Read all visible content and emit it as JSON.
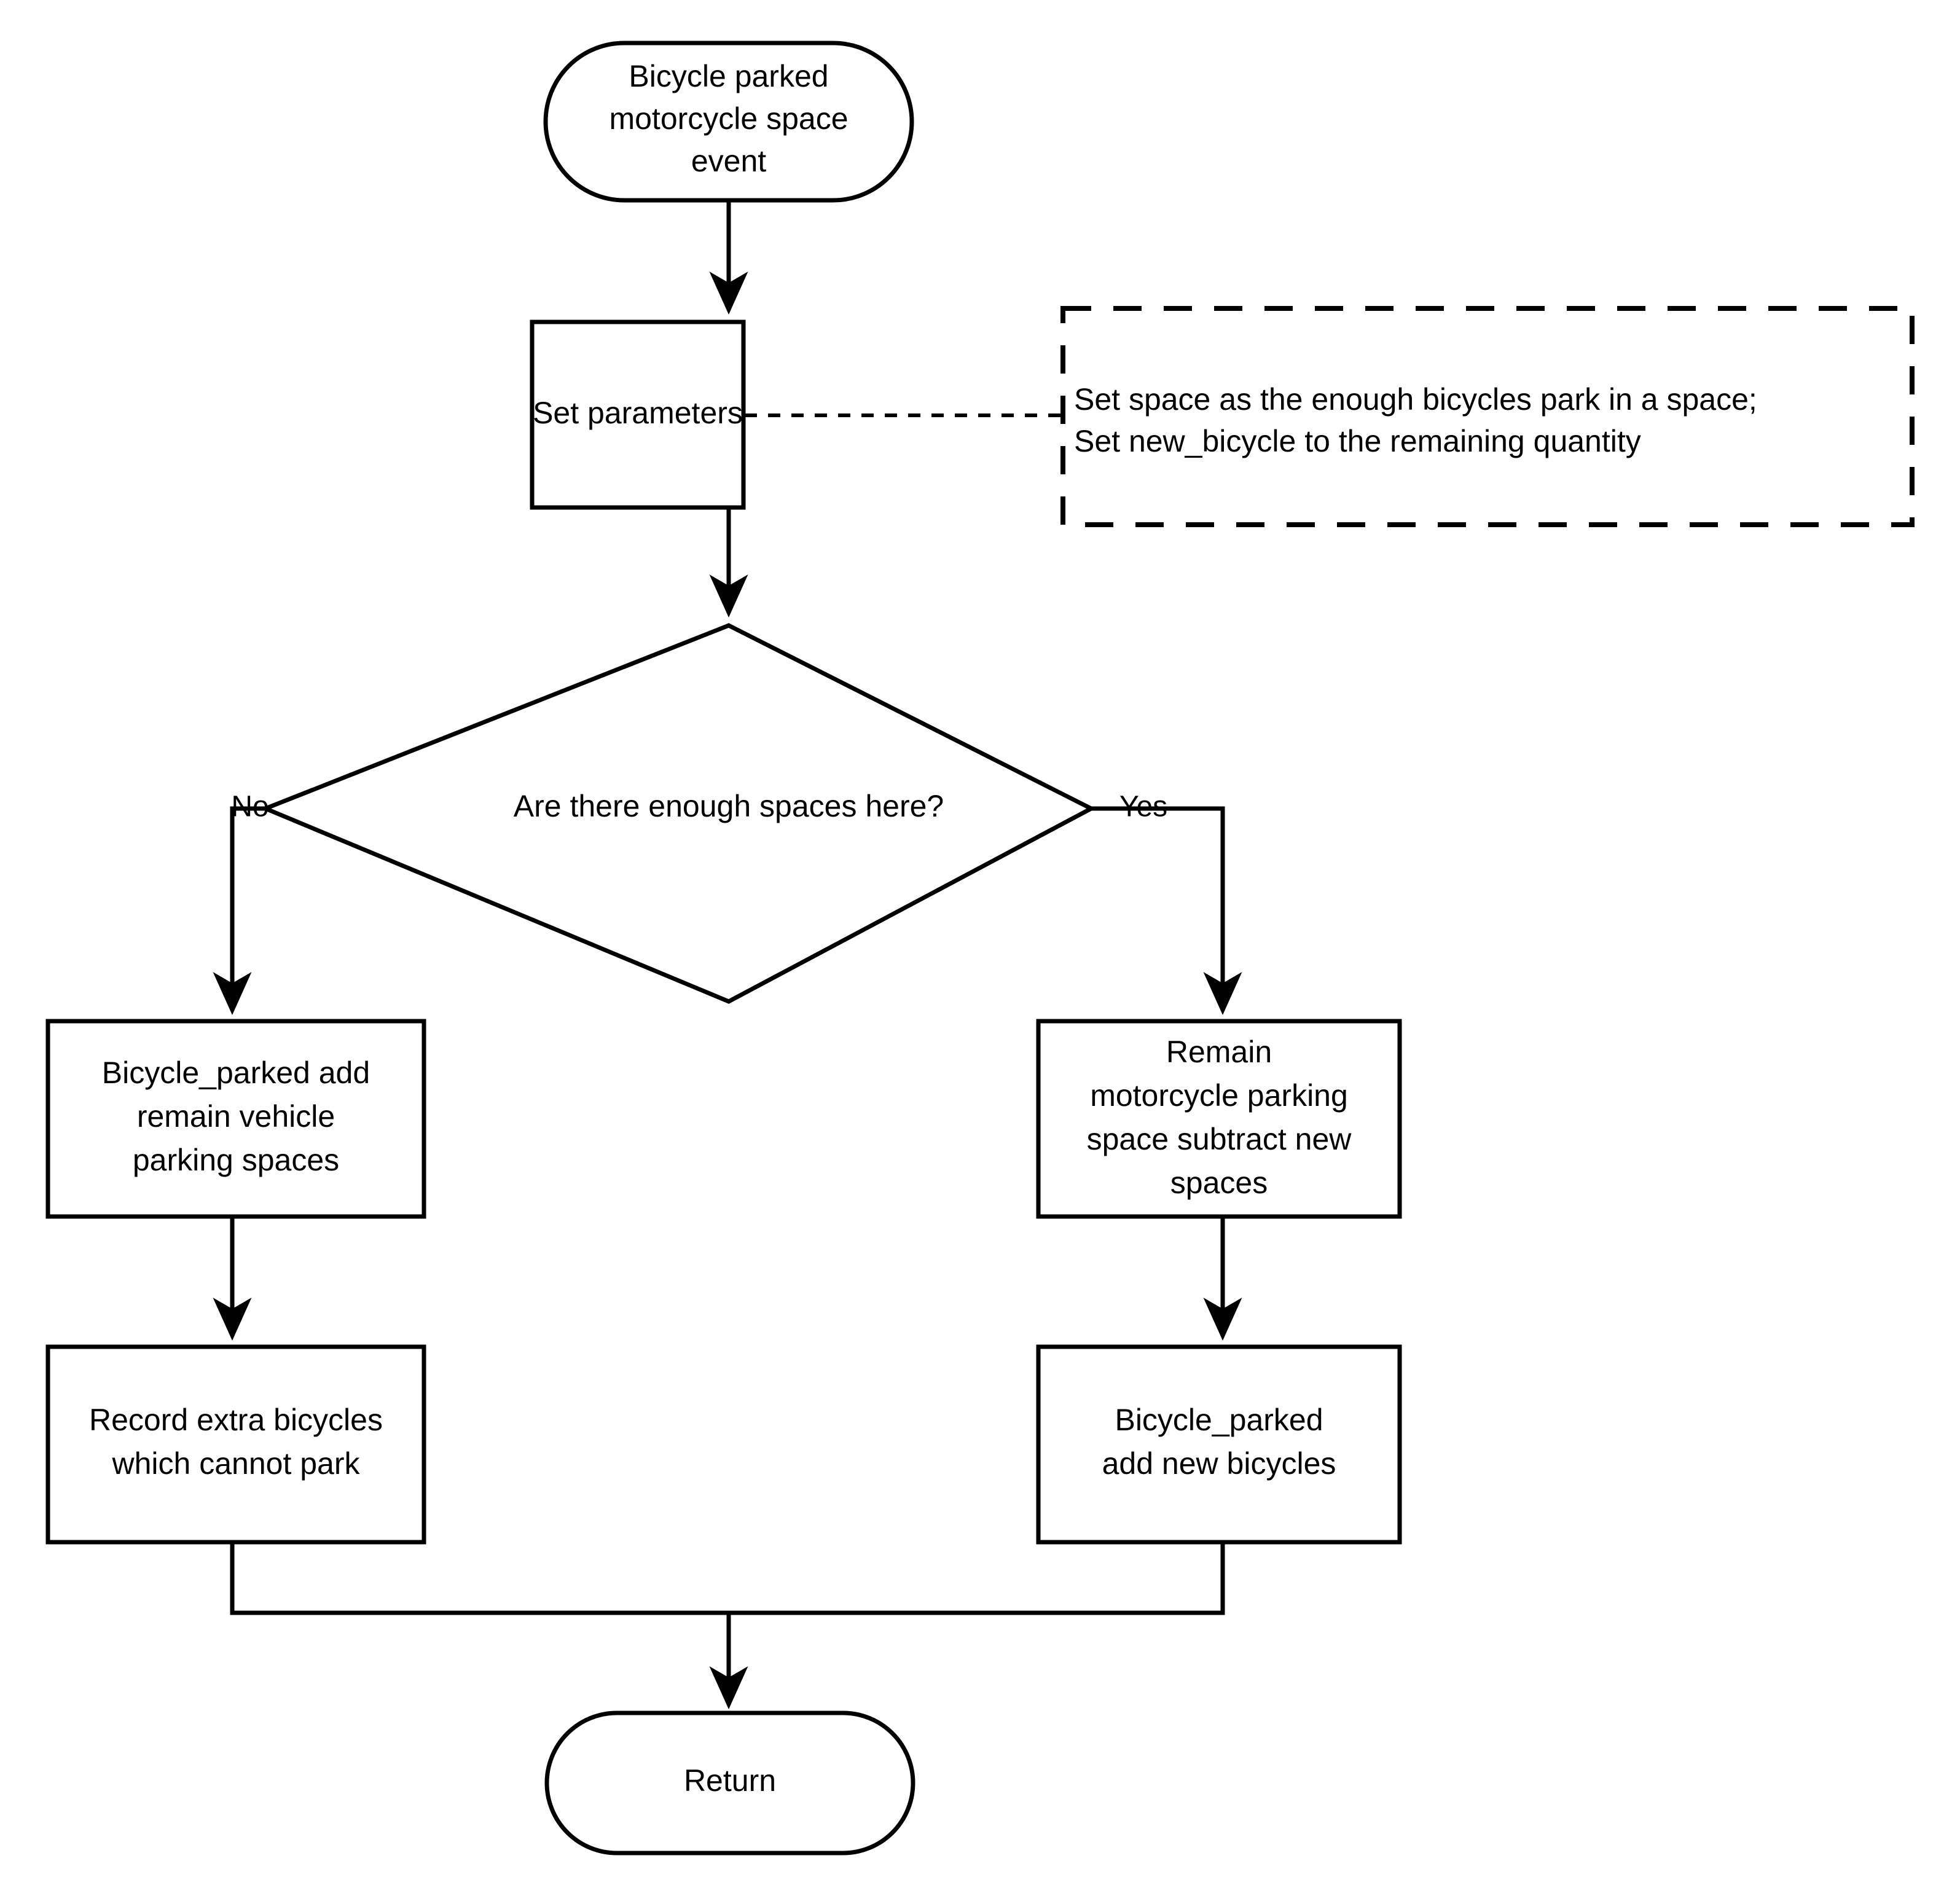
{
  "diagram": {
    "title": "Bicycle parked motorcycle space event flowchart",
    "background_color": "#ffffff",
    "stroke_color": "#000000",
    "nodes": {
      "start": {
        "type": "terminator",
        "lines": [
          "Bicycle parked",
          "motorcycle space",
          "event"
        ]
      },
      "set_parameters": {
        "type": "process",
        "lines": [
          "Set parameters"
        ]
      },
      "decision": {
        "type": "decision",
        "lines": [
          "Are there enough spaces here?"
        ]
      },
      "no_branch_step1": {
        "type": "process",
        "lines": [
          "Bicycle_parked add",
          "remain vehicle",
          "parking spaces"
        ]
      },
      "no_branch_step2": {
        "type": "process",
        "lines": [
          "Record extra bicycles",
          "which cannot park"
        ]
      },
      "yes_branch_step1": {
        "type": "process",
        "lines": [
          "Remain",
          "motorcycle parking",
          "space subtract new",
          "spaces"
        ]
      },
      "yes_branch_step2": {
        "type": "process",
        "lines": [
          "Bicycle_parked",
          "add new bicycles"
        ]
      },
      "end": {
        "type": "terminator",
        "lines": [
          "Return"
        ]
      }
    },
    "note": {
      "type": "annotation",
      "style": "dashed",
      "lines": [
        "Set space as the enough bicycles park in a space;",
        "Set new_bicycle to the remaining quantity"
      ]
    },
    "edge_labels": {
      "no": "No",
      "yes": "Yes"
    }
  }
}
